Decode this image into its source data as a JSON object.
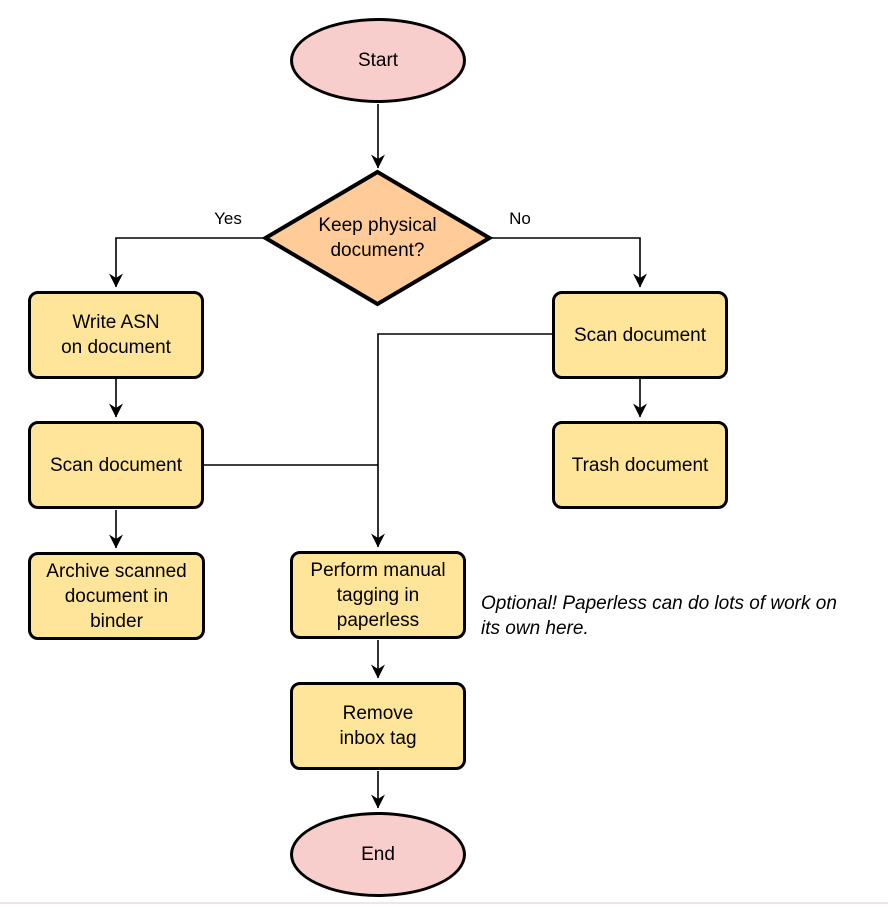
{
  "diagram": {
    "nodes": {
      "start": {
        "label": "Start",
        "type": "terminal"
      },
      "decision": {
        "label": "Keep physical\ndocument?",
        "type": "decision"
      },
      "write_asn": {
        "label": "Write ASN\non document",
        "type": "process"
      },
      "scan_left": {
        "label": "Scan document",
        "type": "process"
      },
      "archive": {
        "label": "Archive scanned\ndocument in\nbinder",
        "type": "process"
      },
      "scan_right": {
        "label": "Scan document",
        "type": "process"
      },
      "trash": {
        "label": "Trash document",
        "type": "process"
      },
      "tagging": {
        "label": "Perform manual\ntagging in\npaperless",
        "type": "process"
      },
      "remove_inbox": {
        "label": "Remove\ninbox tag",
        "type": "process"
      },
      "end": {
        "label": "End",
        "type": "terminal"
      }
    },
    "edge_labels": {
      "yes": "Yes",
      "no": "No"
    },
    "annotation": "Optional! Paperless can do lots of work on\nits own here.",
    "colors": {
      "terminal_fill": "#F8CECC",
      "decision_fill": "#FFCC99",
      "process_fill": "#FFE599",
      "stroke": "#000000"
    }
  }
}
